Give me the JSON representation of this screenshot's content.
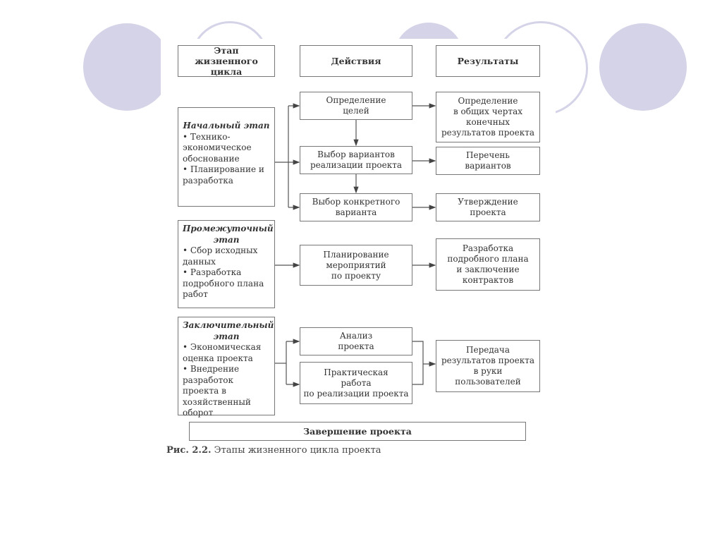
{
  "decoration": {
    "accent_color": "#d4d3e8"
  },
  "headers": {
    "stage": "Этап жизненного\nцикла",
    "actions": "Действия",
    "results": "Результаты"
  },
  "stages": [
    {
      "title": "Начальный этап",
      "items": [
        "• Технико-экономическое обоснование",
        "• Планирование и разработка"
      ],
      "actions": [
        "Определение\nцелей",
        "Выбор вариантов\nреализации проекта",
        "Выбор конкретного\nварианта"
      ],
      "results": [
        "Определение\nв общих чертах\nконечных\nрезультатов проекта",
        "Перечень\nвариантов",
        "Утверждение\nпроекта"
      ]
    },
    {
      "title": "Промежуточный этап",
      "items": [
        "• Сбор исходных данных",
        "• Разработка подробного плана работ"
      ],
      "actions": [
        "Планирование\nмероприятий\nпо проекту"
      ],
      "results": [
        "Разработка\nподробного плана\nи заключение\nконтрактов"
      ]
    },
    {
      "title": "Заключительный этап",
      "items": [
        "• Экономическая оценка проекта",
        "• Внедрение разработок проекта в хозяйственный оборот"
      ],
      "actions": [
        "Анализ\nпроекта",
        "Практическая\nработа\nпо реализации проекта"
      ],
      "results": [
        "Передача\nрезультатов проекта\nв руки\nпользователей"
      ]
    }
  ],
  "footer_box": "Завершение проекта",
  "caption": {
    "label": "Рис. 2.2.",
    "text": " Этапы жизненного цикла проекта"
  }
}
